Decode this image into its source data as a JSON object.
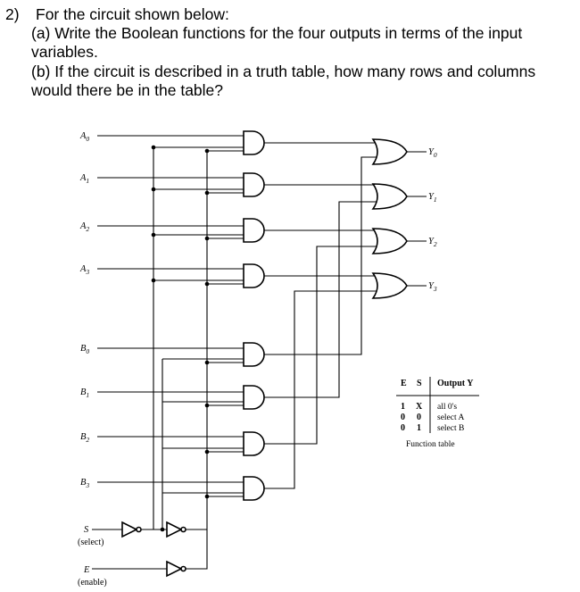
{
  "question": {
    "number": "2)",
    "line1": "For the circuit shown below:",
    "line2": "(a) Write the Boolean functions for the four outputs in terms of the input",
    "line3": "variables.",
    "line4": "(b) If the circuit is described in a truth table, how many rows and columns",
    "line5": "would there be in the table?"
  },
  "circuit": {
    "inputs_a": [
      "A0",
      "A1",
      "A2",
      "A3"
    ],
    "inputs_b": [
      "B0",
      "B1",
      "B2",
      "B3"
    ],
    "outputs": [
      "Y0",
      "Y1",
      "Y2",
      "Y3"
    ],
    "select": {
      "name": "S",
      "caption": "(select)"
    },
    "enable": {
      "name": "E",
      "caption": "(enable)"
    }
  },
  "function_table": {
    "headers": [
      "E",
      "S",
      "Output Y"
    ],
    "rows": [
      [
        "1",
        "X",
        "all 0's"
      ],
      [
        "0",
        "0",
        "select A"
      ],
      [
        "0",
        "1",
        "select B"
      ]
    ],
    "caption": "Function table"
  }
}
